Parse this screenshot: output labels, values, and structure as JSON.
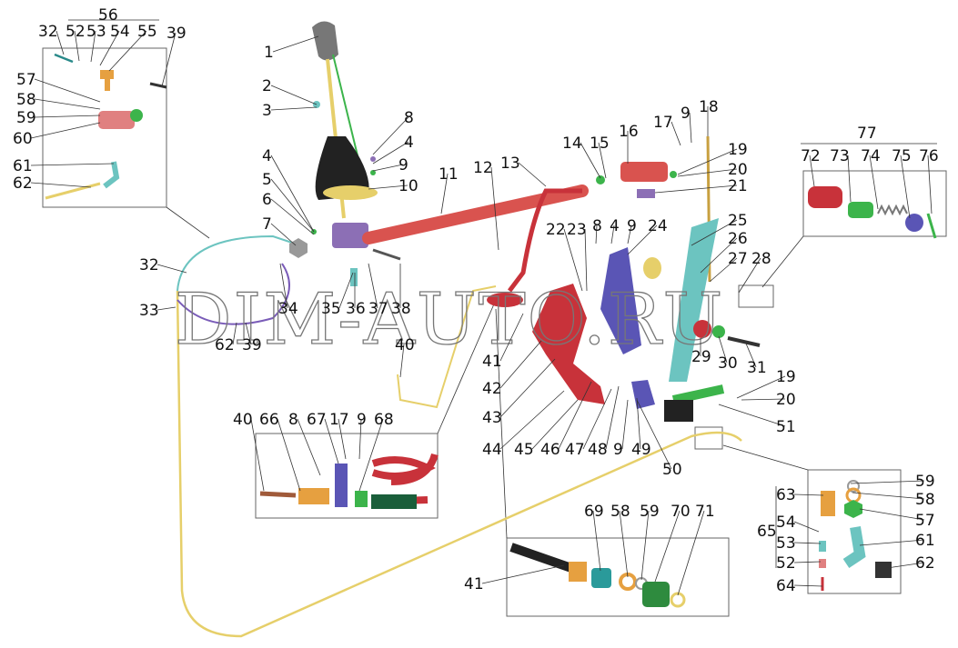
{
  "diagram": {
    "title": "Gear shift mechanism and clutch pedal assembly — exploded view",
    "watermark": "DIM-AUTO.RU",
    "colors": {
      "tube": "#d9534f",
      "pedal": "#c8323a",
      "bracket": "#5a55b5",
      "cable": "#e6cf6a",
      "green": "#3cb44b",
      "teal": "#6cc4c0"
    },
    "labels": [
      "56",
      "32",
      "52",
      "53",
      "54",
      "55",
      "39",
      "57",
      "58",
      "59",
      "60",
      "61",
      "62",
      "1",
      "2",
      "3",
      "8",
      "4",
      "9",
      "10",
      "4",
      "5",
      "6",
      "7",
      "11",
      "12",
      "13",
      "14",
      "15",
      "16",
      "17",
      "9",
      "18",
      "19",
      "20",
      "21",
      "22",
      "23",
      "8",
      "4",
      "9",
      "24",
      "25",
      "26",
      "27",
      "28",
      "32",
      "33",
      "34",
      "35",
      "36",
      "37",
      "38",
      "62",
      "39",
      "40",
      "41",
      "29",
      "30",
      "31",
      "42",
      "43",
      "19",
      "20",
      "51",
      "44",
      "45",
      "46",
      "47",
      "48",
      "9",
      "49",
      "50",
      "40",
      "66",
      "8",
      "67",
      "17",
      "9",
      "68",
      "77",
      "72",
      "73",
      "74",
      "75",
      "76",
      "63",
      "65",
      "54",
      "53",
      "52",
      "64",
      "59",
      "58",
      "57",
      "61",
      "62",
      "69",
      "58",
      "59",
      "70",
      "71",
      "41"
    ]
  }
}
